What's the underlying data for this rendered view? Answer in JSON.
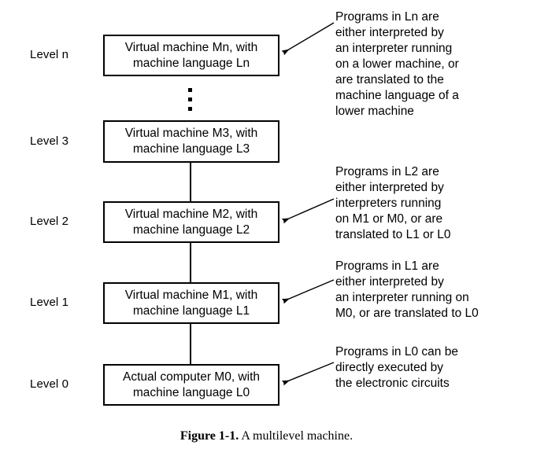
{
  "figure": {
    "caption_label": "Figure 1-1.",
    "caption_text": "A multilevel machine.",
    "ellipsis_symbol": "vertical-ellipsis"
  },
  "levels": [
    {
      "label": "Level n",
      "box_line1": "Virtual machine Mn, with",
      "box_line2": "machine language Ln"
    },
    {
      "label": "Level 3",
      "box_line1": "Virtual machine M3, with",
      "box_line2": "machine language L3"
    },
    {
      "label": "Level 2",
      "box_line1": "Virtual machine M2, with",
      "box_line2": "machine language L2"
    },
    {
      "label": "Level 1",
      "box_line1": "Virtual machine M1, with",
      "box_line2": "machine language L1"
    },
    {
      "label": "Level 0",
      "box_line1": "Actual computer M0, with",
      "box_line2": "machine language L0"
    }
  ],
  "notes": [
    {
      "id": "note-level-n",
      "text": "Programs in Ln are\neither interpreted by\nan interpreter running\non a lower machine, or\nare translated to the\nmachine language of a\nlower machine"
    },
    {
      "id": "note-level-2",
      "text": "Programs in L2 are\neither interpreted by\ninterpreters running\non M1 or M0, or are\ntranslated to L1 or L0"
    },
    {
      "id": "note-level-1",
      "text": "Programs in L1 are\neither interpreted by\nan interpreter running on\nM0, or are translated to L0"
    },
    {
      "id": "note-level-0",
      "text": "Programs in L0 can be\ndirectly executed by\nthe electronic circuits"
    }
  ],
  "colors": {
    "stroke": "#000000",
    "background": "#ffffff",
    "text": "#000000"
  }
}
